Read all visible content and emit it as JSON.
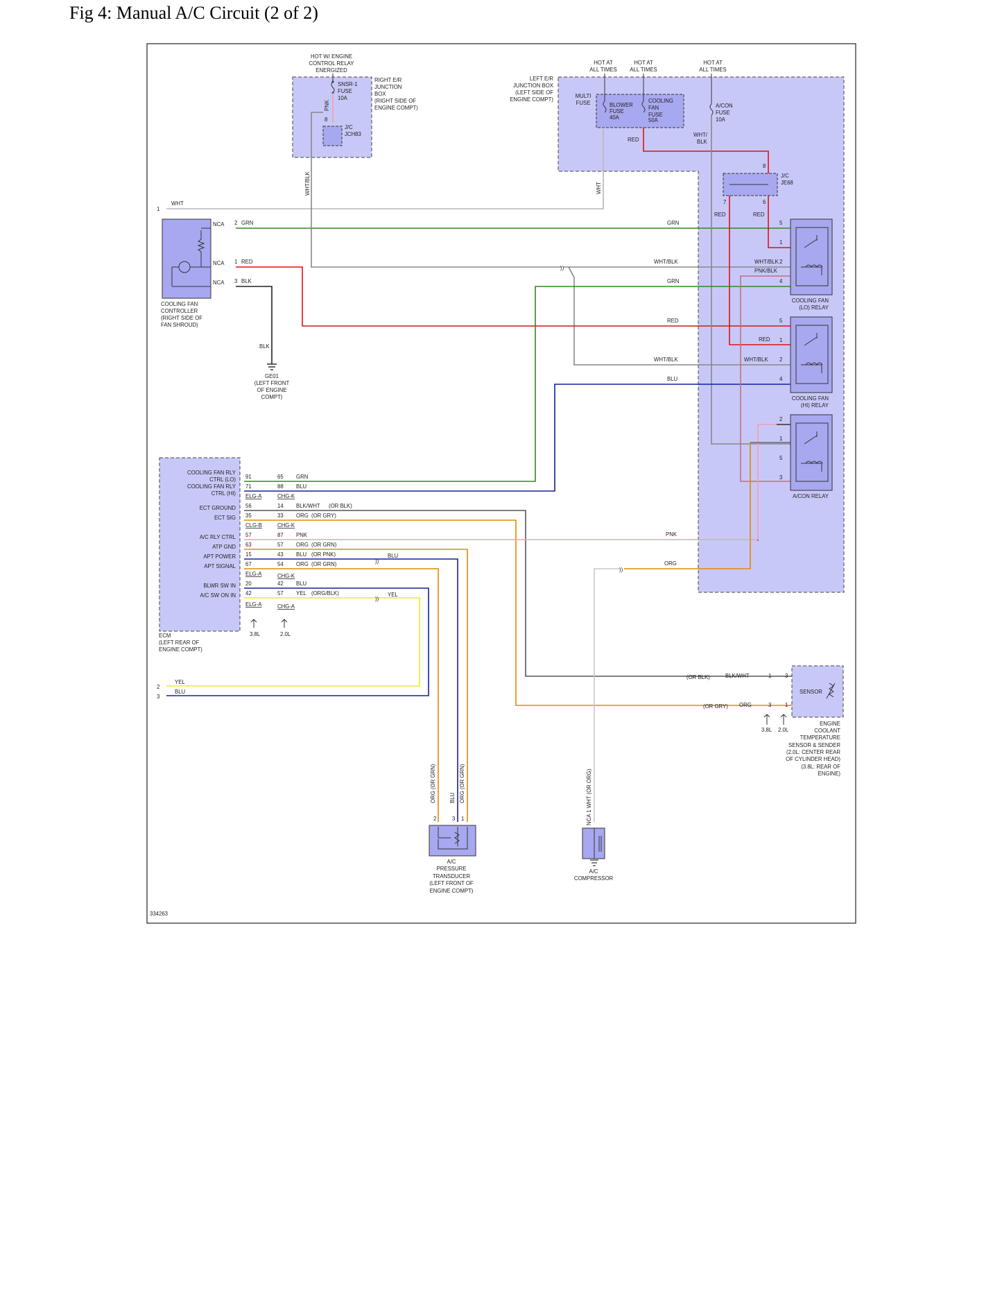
{
  "title": "Fig 4: Manual A/C Circuit (2 of 2)",
  "figure_id": "334263",
  "colors": {
    "GRN": "#2e8b1e",
    "RED": "#e01010",
    "BLU": "#1020a0",
    "ORG": "#e08a00",
    "YEL": "#f0e820",
    "PNK": "#f0a0b0",
    "WHT": "#b8b8b8",
    "WHT_BLK": "#888888",
    "BLK": "#222222",
    "PNK_BLK": "#c07080",
    "BLK_WHT": "#555555",
    "box_fill": "#c8c8f8"
  },
  "right_ejr": {
    "hot": [
      "HOT W/ ENGINE",
      "CONTROL RELAY",
      "ENERGIZED"
    ],
    "fuse": [
      "SNSR-1",
      "FUSE",
      "10A"
    ],
    "name": [
      "RIGHT E/R",
      "JUNCTION",
      "BOX",
      "(RIGHT SIDE OF",
      "ENGINE COMPT)"
    ],
    "pnk": "PNK",
    "pin": "8",
    "jc": [
      "J/C",
      "JCH83"
    ],
    "wht_blk": "WHT/BLK"
  },
  "left_ejr": {
    "name": [
      "LEFT E/R",
      "JUNCTION BOX",
      "(LEFT SIDE OF",
      "ENGINE COMPT)"
    ],
    "hot1": [
      "HOT AT",
      "ALL TIMES"
    ],
    "hot2": [
      "HOT AT",
      "ALL TIMES"
    ],
    "hot3": [
      "HOT AT",
      "ALL TIMES"
    ],
    "multi": [
      "MULTI",
      "FUSE"
    ],
    "blower": [
      "BLOWER",
      "FUSE",
      "40A"
    ],
    "cooling": [
      "COOLING",
      "FAN",
      "FUSE",
      "50A"
    ],
    "acon": [
      "A/CON",
      "FUSE",
      "10A"
    ],
    "red": "RED",
    "wht_blk": [
      "WHT/",
      "BLK"
    ],
    "wht": "WHT"
  },
  "je68": {
    "name": [
      "J/C",
      "JE68"
    ],
    "pin8": "8",
    "pin7": "7",
    "pin6": "6",
    "red1": "RED",
    "red2": "RED"
  },
  "fan_ctrl": {
    "pin1": "1",
    "wht": "WHT",
    "nca": "NCA",
    "p2": "2",
    "grn": "GRN",
    "p1": "1",
    "red": "RED",
    "p3": "3",
    "blk": "BLK",
    "name": [
      "COOLING FAN",
      "CONTROLLER",
      "(RIGHT SIDE OF",
      "FAN SHROUD)"
    ],
    "blk2": "BLK",
    "ground": [
      "GE01",
      "(LEFT FRONT",
      "OF ENGINE",
      "COMPT)"
    ]
  },
  "wires": {
    "grn": "GRN",
    "wht_blk": "WHT/BLK",
    "grn2": "GRN",
    "red": "RED",
    "wht_blk2": "WHT/BLK",
    "blu": "BLU",
    "pnk": "PNK",
    "org": "ORG"
  },
  "lo_relay": {
    "wht_blk": "WHT/BLK",
    "pnk_blk": "PNK/BLK",
    "p5": "5",
    "p1": "1",
    "p2": "2",
    "p4": "4",
    "name": [
      "COOLING FAN",
      "(LO) RELAY"
    ]
  },
  "hi_relay": {
    "red": "RED",
    "wht_blk": "WHT/BLK",
    "p5": "5",
    "p1": "1",
    "p2": "2",
    "p4": "4",
    "name": [
      "COOLING FAN",
      "(HI) RELAY"
    ]
  },
  "acon_relay": {
    "p2": "2",
    "p1": "1",
    "p5": "5",
    "p3": "3",
    "name": "A/CON RELAY"
  },
  "ecm": {
    "labels": [
      "COOLING FAN RLY",
      "CTRL (LO)",
      "COOLING FAN RLY",
      "CTRL (HI)",
      "ECT GROUND",
      "ECT SIG",
      "A/C RLY CTRL",
      "ATP GND",
      "APT POWER",
      "APT SIGNAL",
      "BLWR SW IN",
      "A/C SW ON IN"
    ],
    "name": [
      "ECM",
      "(LEFT REAR OF",
      "ENGINE COMPT)"
    ],
    "conn_elg_a": "ELG-A",
    "conn_chg_k": "CHG-K",
    "conn_clg_b": "CLG-B",
    "conn_chg_k2": "CHG-K",
    "conn_elg_a2": "ELG-A",
    "conn_chg_k3": "CHG-K",
    "conn_elg_a3": "ELG-A",
    "conn_chg_a": "CHG-A",
    "v38": "3.8L",
    "v20": "2.0L",
    "rows": [
      {
        "p1": "91",
        "p2": "65",
        "w": "GRN",
        "alt": ""
      },
      {
        "p1": "71",
        "p2": "88",
        "w": "BLU",
        "alt": ""
      },
      {
        "p1": "56",
        "p2": "14",
        "w": "BLK/WHT",
        "alt": "(OR BLK)"
      },
      {
        "p1": "35",
        "p2": "33",
        "w": "ORG",
        "alt": "(OR GRY)"
      },
      {
        "p1": "57",
        "p2": "87",
        "w": "PNK",
        "alt": ""
      },
      {
        "p1": "63",
        "p2": "57",
        "w": "ORG",
        "alt": "(OR GRN)"
      },
      {
        "p1": "15",
        "p2": "43",
        "w": "BLU",
        "alt": "(OR PNK)"
      },
      {
        "p1": "67",
        "p2": "54",
        "w": "ORG",
        "alt": "(OR GRN)"
      },
      {
        "p1": "20",
        "p2": "42",
        "w": "BLU",
        "alt": ""
      },
      {
        "p1": "42",
        "p2": "57",
        "w": "YEL",
        "alt": "(ORG/BLK)"
      }
    ],
    "blu_right": "BLU",
    "yel_right": "YEL"
  },
  "left_bottom": {
    "p2": "2",
    "yel": "YEL",
    "p3": "3",
    "blu": "BLU"
  },
  "ect": {
    "or_blk": "(OR BLK)",
    "blk_wht": "BLK/WHT",
    "p1a": "1",
    "p3a": "3",
    "or_gry": "(OR GRY)",
    "org": "ORG",
    "p3b": "3",
    "p1b": "1",
    "sensor": "SENSOR",
    "v38": "3.8L",
    "v20": "2.0L",
    "name": [
      "ENGINE",
      "COOLANT",
      "TEMPERATURE",
      "SENSOR & SENDER",
      "(2.0L: CENTER REAR",
      "OF CYLINDER HEAD)",
      "(3.8L: REAR OF",
      "ENGINE)"
    ]
  },
  "transducer": {
    "wire_labels": [
      "ORG  (OR GRN)",
      "BLU",
      "ORG  (OR GRN)"
    ],
    "p2": "2",
    "p3": "3",
    "p1": "1",
    "name": [
      "A/C",
      "PRESSURE",
      "TRANSDUCER",
      "(LEFT FRONT OF",
      "ENGINE COMPT)"
    ]
  },
  "compressor": {
    "wire_label": "NCA  1  WHT  (OR ORG)",
    "name": [
      "A/C",
      "COMPRESSOR"
    ]
  }
}
